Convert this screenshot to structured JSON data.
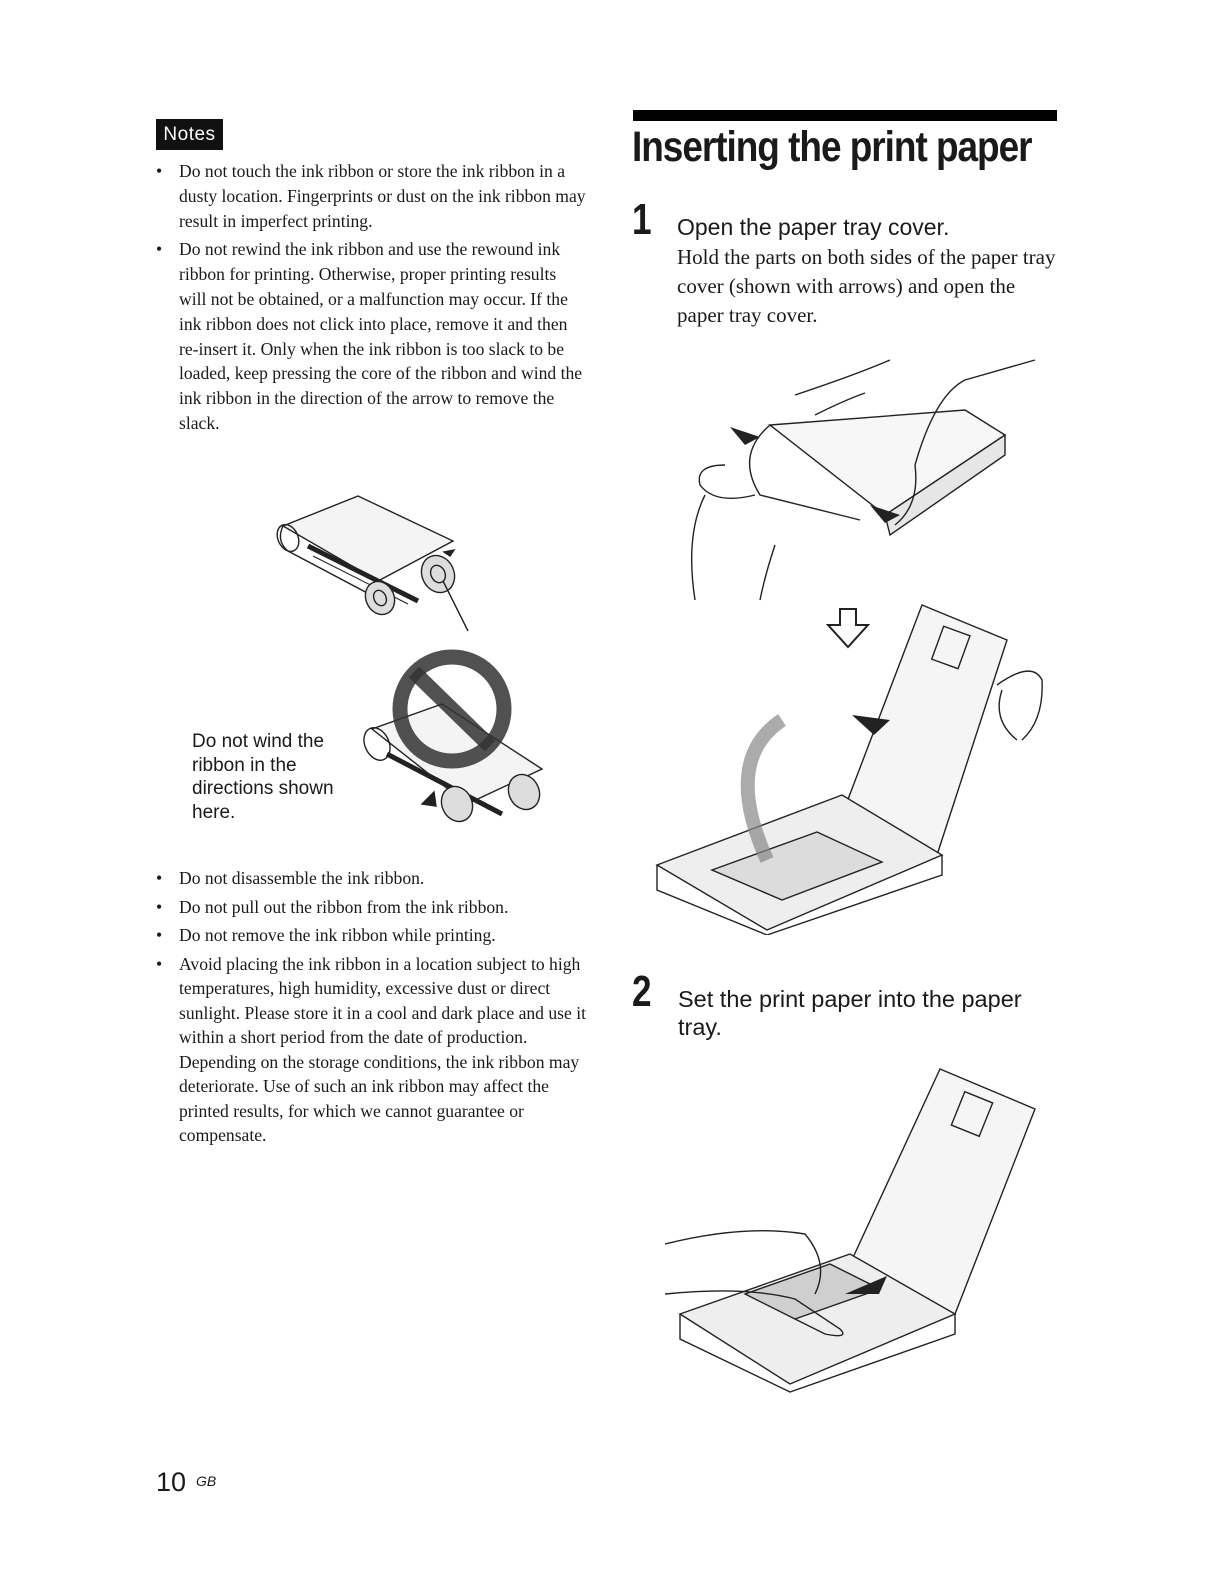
{
  "notes": {
    "badge": "Notes",
    "items_top": [
      "Do not touch the ink ribbon or store the ink ribbon in a dusty location. Fingerprints or dust on the ink ribbon may result in imperfect printing.",
      "Do not rewind the ink ribbon and use the rewound ink ribbon for printing. Otherwise, proper printing results will not be obtained, or a malfunction may occur. If the ink ribbon does not click into place, remove it and then re-insert it. Only when the ink ribbon is too slack to be loaded, keep pressing the core of the ribbon and wind the ink ribbon in the direction of the arrow to remove the slack."
    ],
    "warning_caption": "Do not wind the ribbon in the directions shown here.",
    "items_bottom": [
      "Do not disassemble the ink ribbon.",
      "Do not pull out the ribbon from the ink ribbon.",
      "Do not remove the ink ribbon while printing.",
      "Avoid placing the ink ribbon in a location subject to high temperatures, high humidity, excessive dust or direct sunlight. Please store it in a cool and dark place and use it within a short period from the date of production. Depending on the storage conditions, the ink ribbon may deteriorate. Use of such an ink ribbon may affect the printed results, for which we cannot guarantee or compensate."
    ]
  },
  "section": {
    "title": "Inserting the print paper",
    "steps": [
      {
        "number": "1",
        "title": "Open the paper tray cover.",
        "body": "Hold the parts on both sides of the paper tray cover (shown with arrows) and open the paper tray cover."
      },
      {
        "number": "2",
        "title": "Set the print paper into the paper tray.",
        "body": ""
      }
    ]
  },
  "footer": {
    "page_number": "10",
    "language": "GB"
  }
}
